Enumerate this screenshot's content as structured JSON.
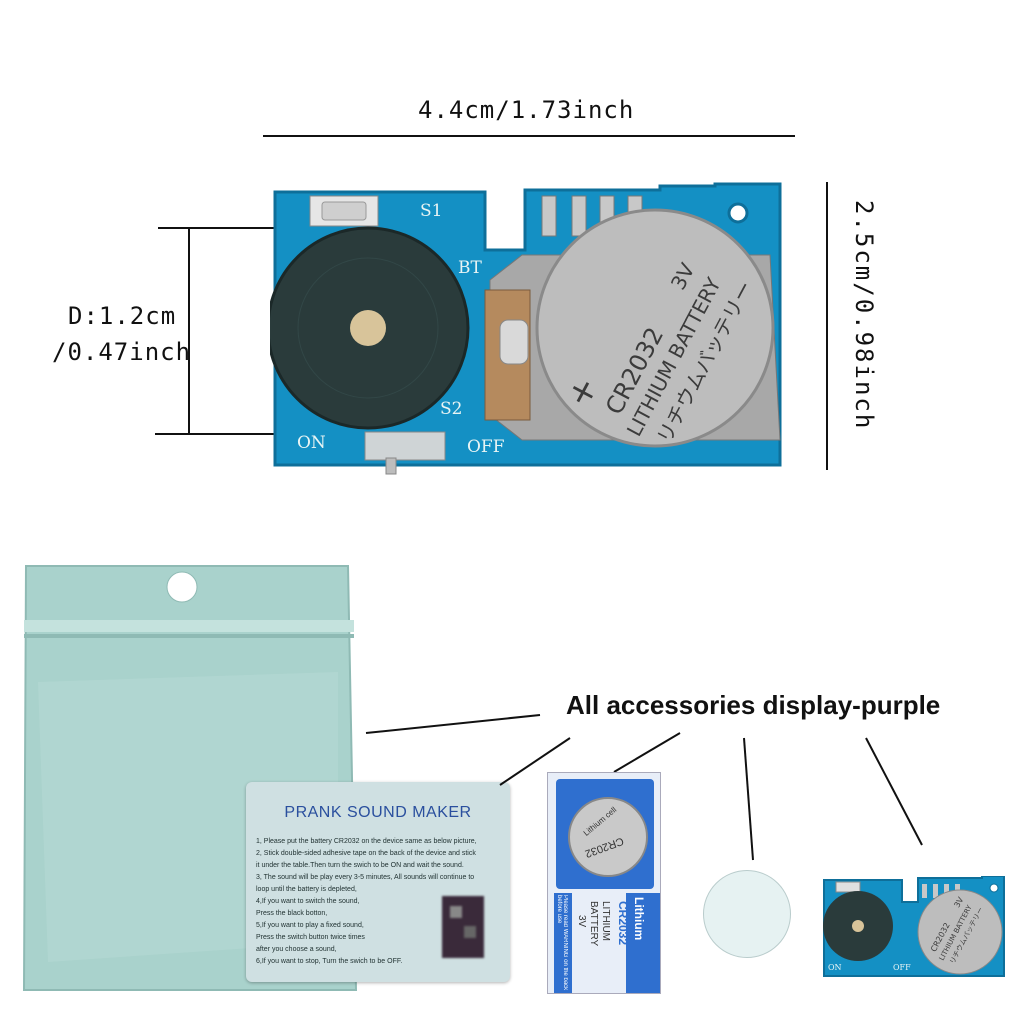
{
  "dimensions": {
    "width_label": "4.4cm/1.73inch",
    "height_label": "2.5cm/0.98inch",
    "diameter_label_line1": "D:1.2cm",
    "diameter_label_line2": "/0.47inch"
  },
  "pcb": {
    "s1": "S1",
    "s2": "S2",
    "bt": "BT",
    "on": "ON",
    "off": "OFF",
    "battery_plus": "+",
    "battery_model": "CR2032",
    "battery_line2": "LITHIUM BATTERY",
    "battery_line3": "リチウムバッテリー",
    "battery_voltage": "3V"
  },
  "accessories": {
    "caption": "All accessories display-purple"
  },
  "card": {
    "title": "PRANK SOUND MAKER",
    "lines": [
      "1, Please put the battery CR2032 on the device same as below picture,",
      "2, Stick double-sided adhesive tape on the back of the device and stick",
      "    it under the table.Then turn the swich to be ON and wait the sound.",
      "3, The sound will be play every 3-5 minutes, All sounds will continue to",
      "    loop until the battery is depleted,",
      "4,If you want to switch the sound,",
      "    Press the black botton,",
      "5,If you want to play a fixed sound,",
      "    Press the switch button twice times",
      "    after you choose a sound,",
      "6,If you want to stop, Turn the swich to be OFF."
    ]
  },
  "battery_pack": {
    "brand": "Lithium",
    "model": "CR2032",
    "line1": "LITHIUM",
    "line2": "BATTERY",
    "voltage": "3V",
    "coin_text": "Lithium cell",
    "coin_model": "CR2032",
    "warning": "Please read WARNING on the back before use"
  },
  "mini_pcb": {
    "on": "ON",
    "off": "OFF",
    "battery_model": "CR2032",
    "battery_line2": "LITHIUM BATTERY",
    "battery_line3": "リチウムバッテリー",
    "battery_voltage": "3V"
  },
  "colors": {
    "pcb": "#1490c4",
    "pcb_edge": "#0e6f9a",
    "buzzer": "#2a3b3b",
    "battery": "#b9b9b9",
    "bag": "#a9d2cc",
    "card_title": "#2a4f9e"
  }
}
